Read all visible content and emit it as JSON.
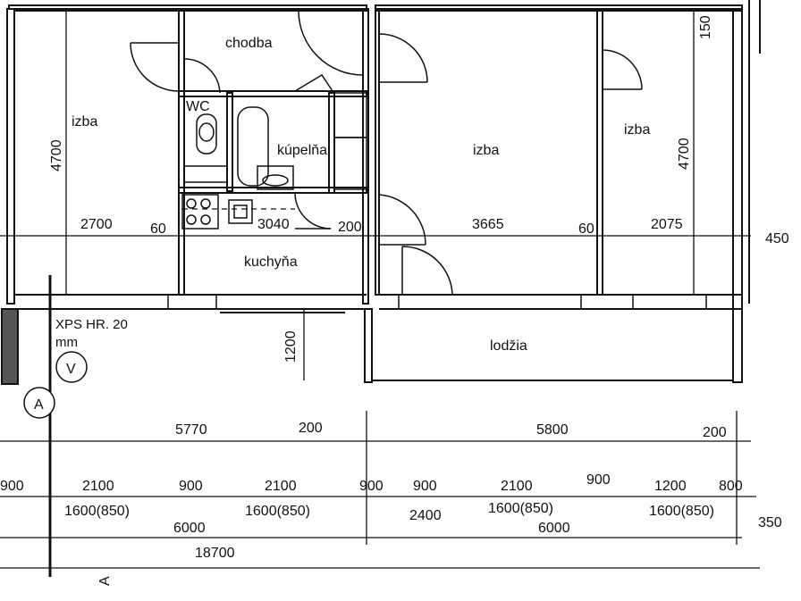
{
  "rooms": {
    "izba_left": "izba",
    "chodba": "chodba",
    "wc": "WC",
    "kupelna": "kúpelňa",
    "kuchyna": "kuchyňa",
    "izba_mid": "izba",
    "izba_right": "izba",
    "lodzia": "lodžia"
  },
  "annotations": {
    "insulation_line1": "XPS HR. 20",
    "insulation_line2": "mm",
    "marker_v": "V",
    "marker_a": "A",
    "section_mark": "A"
  },
  "dimensions": {
    "left_height": "4700",
    "right_height": "4700",
    "top_right": "150",
    "right_450": "450",
    "lodzia_depth": "1200",
    "row1": [
      "2700",
      "60",
      "3040",
      "200",
      "3665",
      "60",
      "2075"
    ],
    "row2": [
      "5770",
      "200",
      "5800",
      "200"
    ],
    "row3_top": [
      "900",
      "2100",
      "900",
      "2100",
      "900",
      "900",
      "2100",
      "900",
      "1200",
      "800"
    ],
    "row3_bottom": [
      "1600(850)",
      "1600(850)",
      "2400",
      "1600(850)",
      "1600(850)"
    ],
    "row4": [
      "6000",
      "6000",
      "350"
    ],
    "total": "18700"
  }
}
